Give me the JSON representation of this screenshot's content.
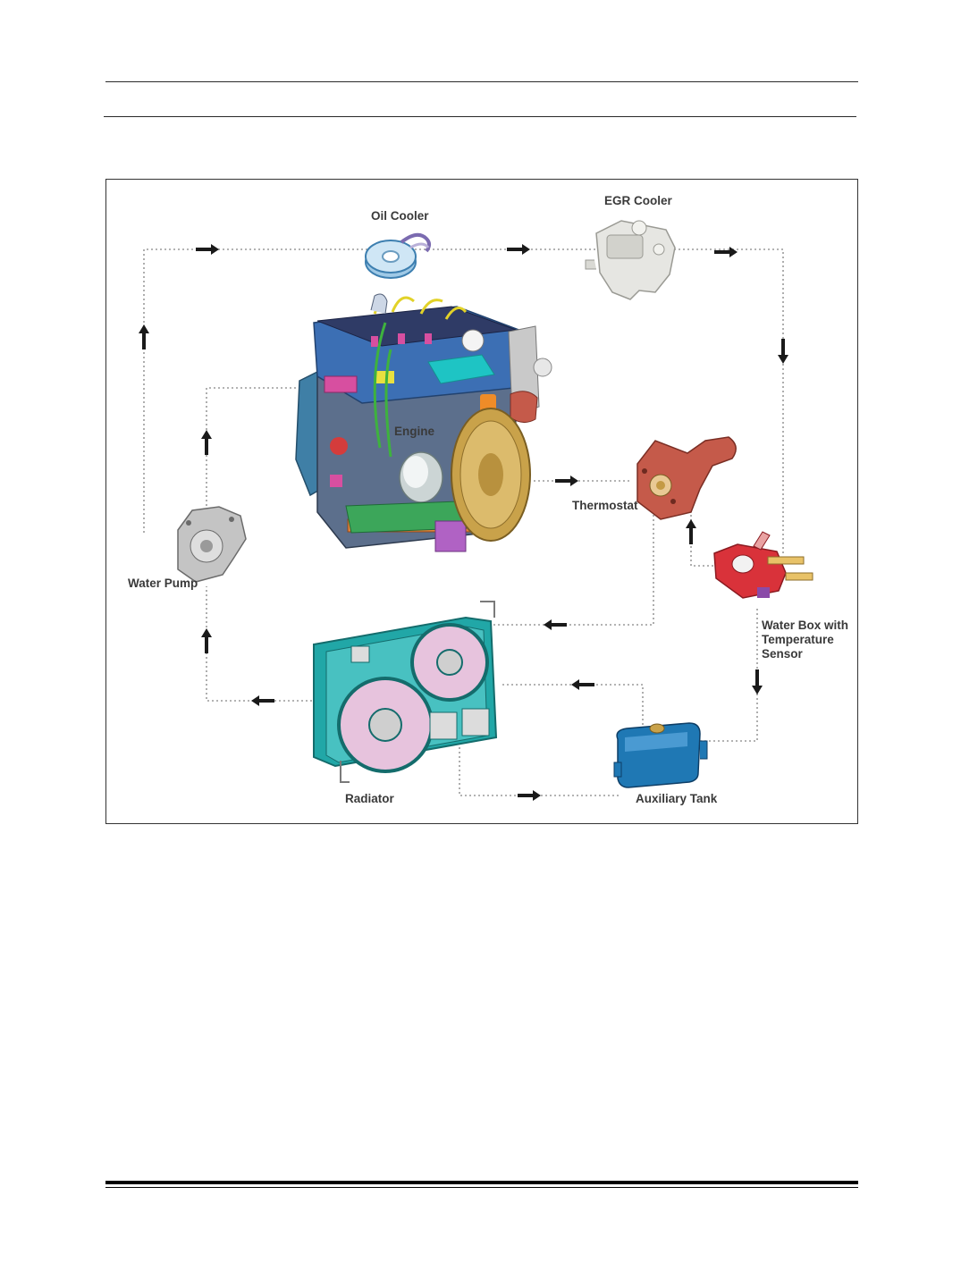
{
  "components": {
    "oil_cooler": "Oil Cooler",
    "egr_cooler": "EGR Cooler",
    "engine": "Engine",
    "thermostat": "Thermostat",
    "water_pump": "Water Pump",
    "water_box_line1": "Water Box with",
    "water_box_line2": "Temperature",
    "water_box_line3": "Sensor",
    "radiator": "Radiator",
    "auxiliary_tank": "Auxiliary Tank"
  },
  "colors": {
    "engine_body": "#3c6fb4",
    "engine_covers": "#1b8c86",
    "flywheel": "#c9a24a",
    "thermostat": "#c55a4a",
    "water_box": "#d9323a",
    "radiator": "#21a7a7",
    "fan_blades": "#e7c3dd",
    "auxiliary_tank": "#1f78b4",
    "pump_and_egr": "#b8b8b8",
    "flow_line": "#9a9a9a"
  }
}
